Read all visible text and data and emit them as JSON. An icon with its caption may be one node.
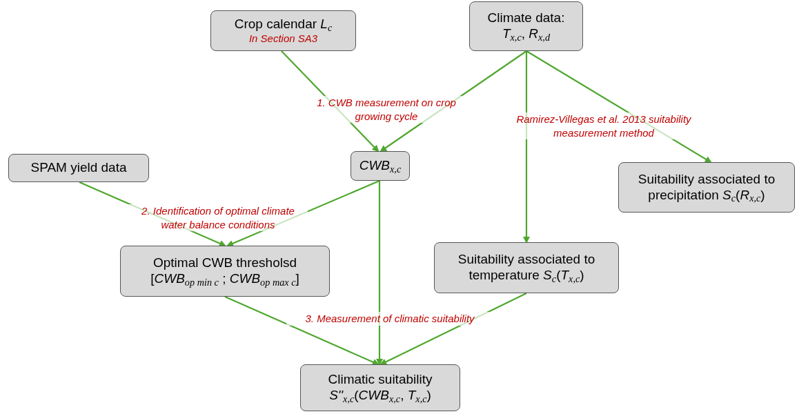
{
  "diagram": {
    "nodes": [
      {
        "text": [
          "Crop calendar *L*$_{c}$",
          "In Section SA3"
        ]
      },
      {
        "text": [
          "Climate data:",
          "*T*$_{x,c}$, *R*$_{x,d}$"
        ]
      },
      {
        "text": [
          "*CWB*$_{x,c}$"
        ]
      },
      {
        "text": [
          "SPAM yield data"
        ]
      },
      {
        "text": [
          "Suitability associated to precipitation *S*$_{c}$(*R*$_{x,c}$)"
        ]
      },
      {
        "text": [
          "Optimal CWB thresholsd",
          "[*CWB*$_{op min c}$ ; *CWB*$_{op max c}$]"
        ]
      },
      {
        "text": [
          "Suitability associated to temperature *S*$_{c}$(*T*$_{x,c}$)"
        ]
      },
      {
        "text": [
          "Climatic suitability",
          "*S''*$_{x,c}$(*CWB*$_{x,c}$, *T*$_{x,c}$)"
        ]
      }
    ],
    "edges": [
      {
        "from": 0,
        "to": 2,
        "arrow": "to"
      },
      {
        "from": 1,
        "to": 2,
        "arrow": "to"
      },
      {
        "from": 1,
        "to": 6,
        "arrow": "to"
      },
      {
        "from": 1,
        "to": 4,
        "arrow": "to"
      },
      {
        "from": 3,
        "to": 5,
        "arrow": "to"
      },
      {
        "from": 2,
        "to": 5,
        "arrow": "to"
      },
      {
        "from": 2,
        "to": 7,
        "arrow": "to"
      },
      {
        "from": 5,
        "to": 7,
        "arrow": "to"
      },
      {
        "from": 6,
        "to": 7,
        "arrow": "to"
      }
    ],
    "labels": [
      "1. CWB measurement on crop growing cycle",
      "Ramirez-Villegas et al. 2013 suitability measurement method",
      "2. Identification of optimal climate water balance conditions",
      "3. Measurement of climatic suitability"
    ]
  }
}
